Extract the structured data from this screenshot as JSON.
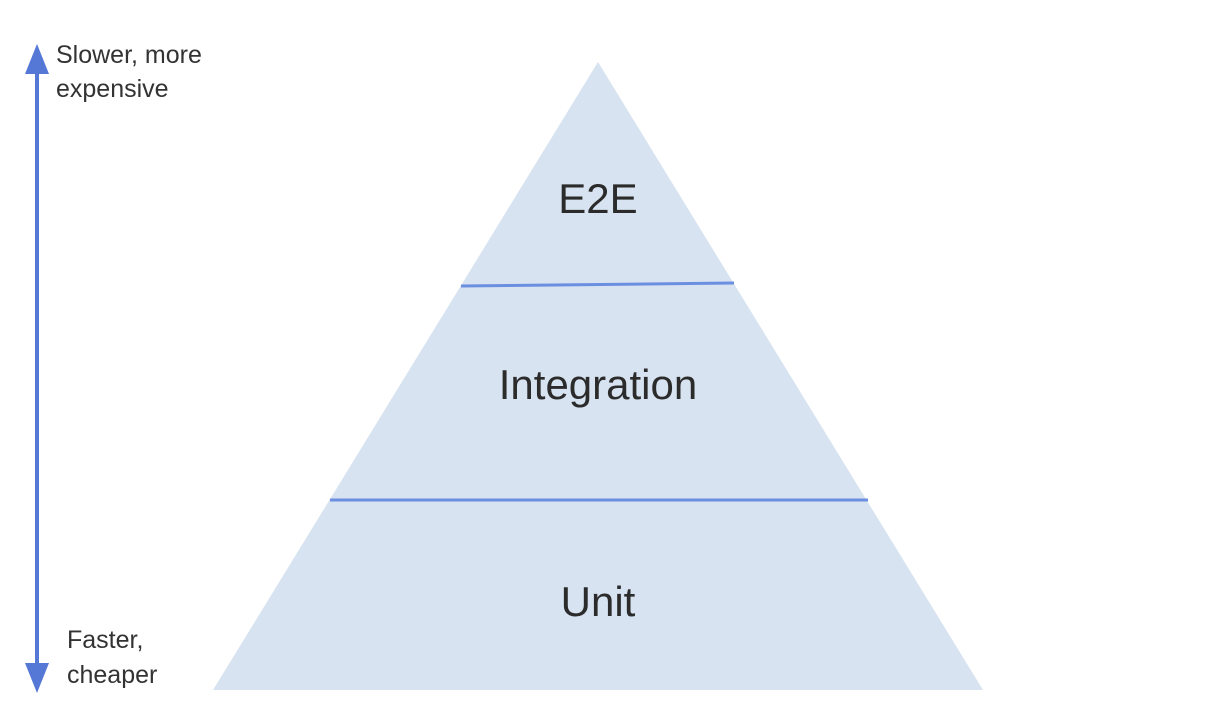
{
  "axis": {
    "top_label_line1": "Slower, more",
    "top_label_line2": "expensive",
    "bottom_label_line1": "Faster,",
    "bottom_label_line2": "cheaper",
    "color": "#5577d6"
  },
  "pyramid": {
    "fill_color": "#d7e3f0",
    "divider_color": "#6a8fe0",
    "tiers": [
      {
        "label": "E2E"
      },
      {
        "label": "Integration"
      },
      {
        "label": "Unit"
      }
    ]
  }
}
